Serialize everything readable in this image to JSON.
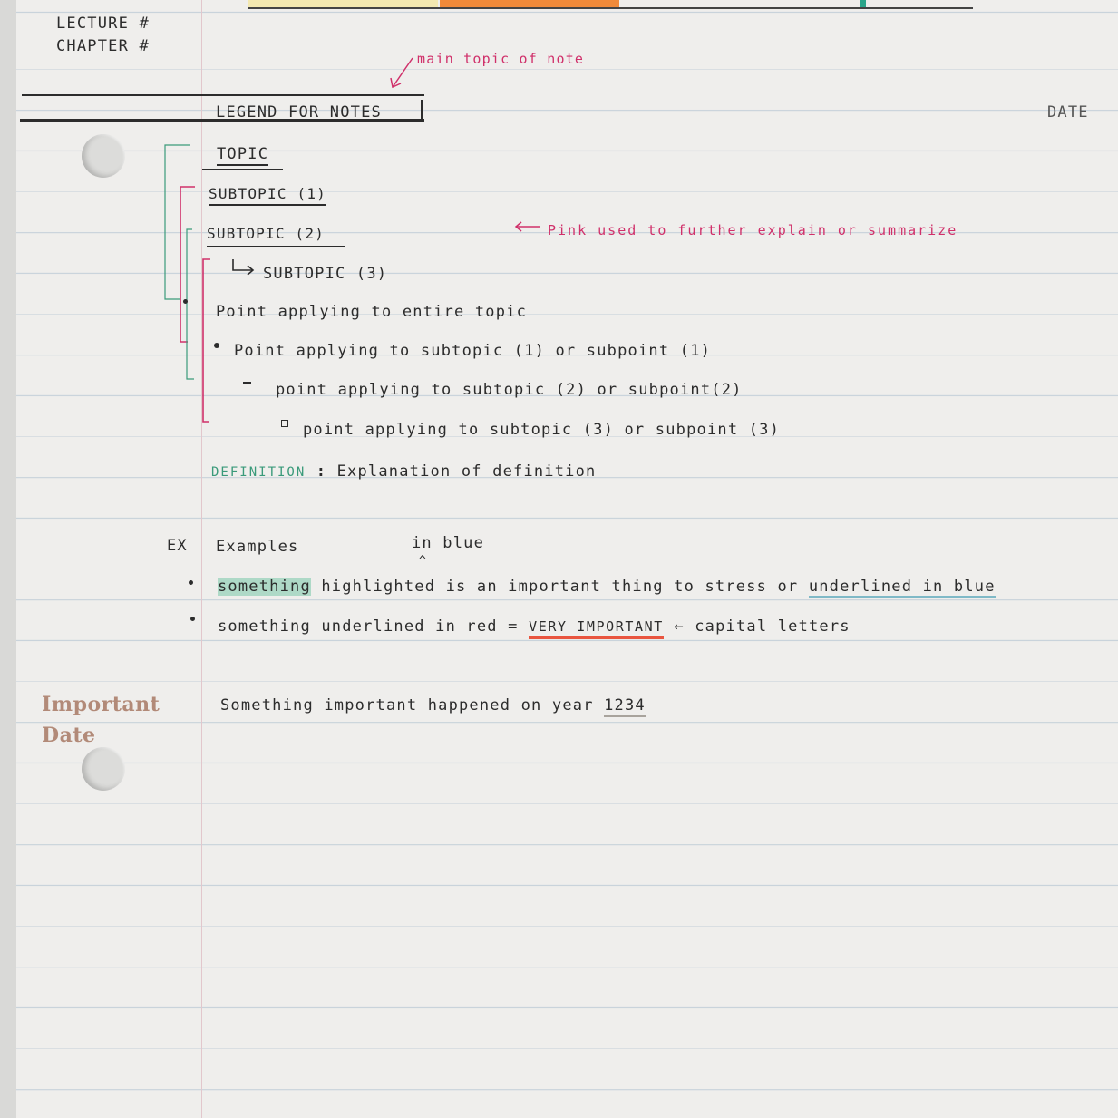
{
  "header": {
    "lecture": "LECTURE #",
    "chapter": "CHAPTER #",
    "date": "DATE"
  },
  "annotations": {
    "main_topic": "main topic of note",
    "pink_note": "Pink used to further explain or summarize",
    "in_blue": "in blue",
    "capital_letters": "capital letters"
  },
  "legend": {
    "title": "LEGEND FOR NOTES",
    "topic": "TOPIC",
    "subtopic1": "SUBTOPIC (1)",
    "subtopic2": "SUBTOPIC (2)",
    "subtopic3": "SUBTOPIC (3)",
    "point_entire": "Point applying to entire topic",
    "point_sub1": "Point applying to subtopic (1) or subpoint (1)",
    "point_sub2": "point applying to subtopic (2) or subpoint(2)",
    "point_sub3": "point applying to subtopic (3) or subpoint (3)",
    "definition_label": "DEFINITION",
    "definition_text": "Explanation of definition"
  },
  "examples": {
    "label": "EX",
    "title": "Examples",
    "item1_highlight": "something",
    "item1_mid": "highlighted is an important thing to stress or",
    "item1_underlined": "underlined in blue",
    "item2_start": "something underlined in red =",
    "item2_important": "VERY IMPORTANT"
  },
  "important_date": {
    "label_line1": "Important",
    "label_line2": "Date",
    "text": "Something important happened on year",
    "year": "1234"
  },
  "colors": {
    "pink": "#d0306a",
    "green": "#3a9a7a",
    "blue_underline": "#7fb9c7",
    "red_underline": "#e9553f"
  }
}
